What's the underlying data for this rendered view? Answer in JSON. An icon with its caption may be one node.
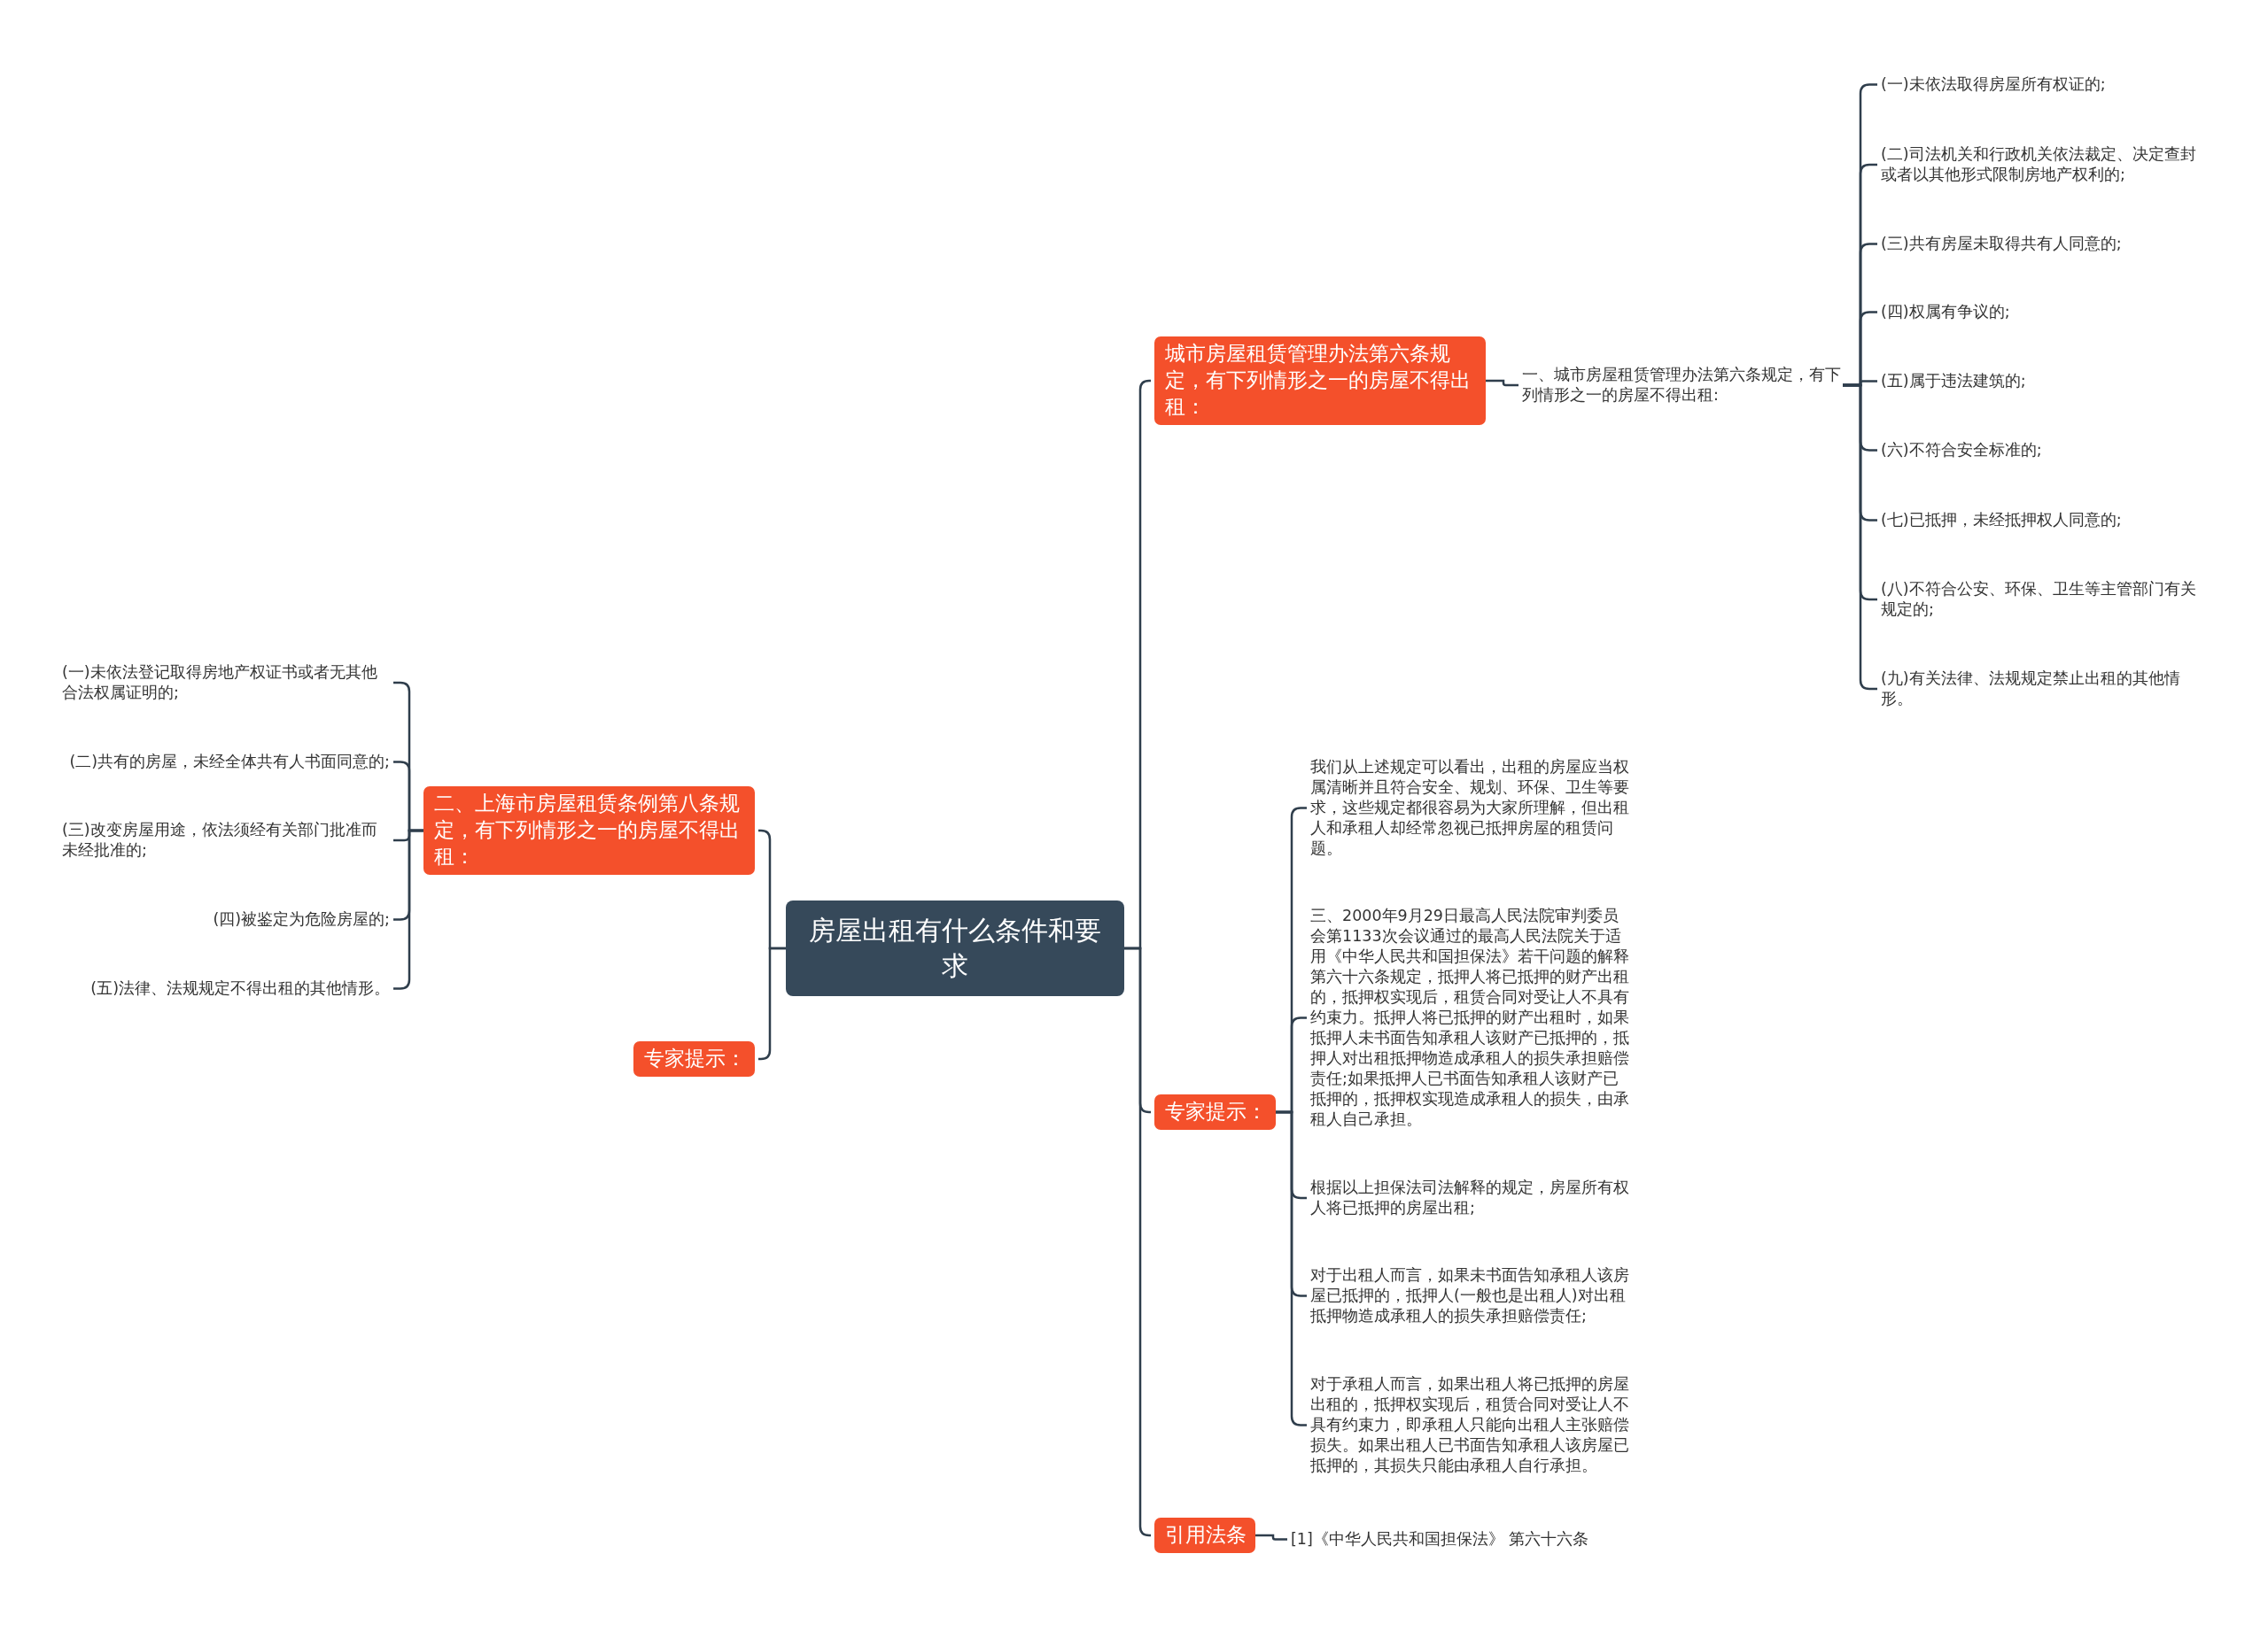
{
  "diagram": {
    "nodes": [
      {
        "text": [
          "房屋出租有什么条件和要求"
        ]
      },
      {
        "text": [
          "城市房屋租赁管理办法第六条规定，有下列情形之一的房屋不得出租："
        ]
      },
      {
        "text": [
          "一、城市房屋租赁管理办法第六条规定，有下列情形之一的房屋不得出租:"
        ]
      },
      {
        "text": [
          "(一)未依法取得房屋所有权证的;"
        ]
      },
      {
        "text": [
          "(二)司法机关和行政机关依法裁定、决定查封或者以其他形式限制房地产权利的;"
        ]
      },
      {
        "text": [
          "(三)共有房屋未取得共有人同意的;"
        ]
      },
      {
        "text": [
          "(四)权属有争议的;"
        ]
      },
      {
        "text": [
          "(五)属于违法建筑的;"
        ]
      },
      {
        "text": [
          "(六)不符合安全标准的;"
        ]
      },
      {
        "text": [
          "(七)已抵押，未经抵押权人同意的;"
        ]
      },
      {
        "text": [
          "(八)不符合公安、环保、卫生等主管部门有关规定的;"
        ]
      },
      {
        "text": [
          "(九)有关法律、法规规定禁止出租的其他情形。"
        ]
      },
      {
        "text": [
          "专家提示："
        ]
      },
      {
        "text": [
          "我们从上述规定可以看出，出租的房屋应当权属清晰并且符合安全、规划、环保、卫生等要求，这些规定都很容易为大家所理解，但出租人和承租人却经常忽视已抵押房屋的租赁问题。"
        ]
      },
      {
        "text": [
          "三、2000年9月29日最高人民法院审判委员会第1133次会议通过的最高人民法院关于适用《中华人民共和国担保法》若干问题的解释第六十六条规定，抵押人将已抵押的财产出租的，抵押权实现后，租赁合同对受让人不具有约束力。抵押人将已抵押的财产出租时，如果抵押人未书面告知承租人该财产已抵押的，抵押人对出租抵押物造成承租人的损失承担赔偿责任;如果抵押人已书面告知承租人该财产已抵押的，抵押权实现造成承租人的损失，由承租人自己承担。"
        ]
      },
      {
        "text": [
          "根据以上担保法司法解释的规定，房屋所有权人将已抵押的房屋出租;"
        ]
      },
      {
        "text": [
          "对于出租人而言，如果未书面告知承租人该房屋已抵押的，抵押人(一般也是出租人)对出租抵押物造成承租人的损失承担赔偿责任;"
        ]
      },
      {
        "text": [
          "对于承租人而言，如果出租人将已抵押的房屋出租的，抵押权实现后，租赁合同对受让人不具有约束力，即承租人只能向出租人主张赔偿损失。如果出租人已书面告知承租人该房屋已抵押的，其损失只能由承租人自行承担。"
        ]
      },
      {
        "text": [
          "引用法条"
        ]
      },
      {
        "text": [
          "[1]《中华人民共和国担保法》 第六十六条"
        ]
      },
      {
        "text": [
          "二、上海市房屋租赁条例第八条规定，有下列情形之一的房屋不得出租："
        ]
      },
      {
        "text": [
          "(一)未依法登记取得房地产权证书或者无其他合法权属证明的;"
        ]
      },
      {
        "text": [
          "(二)共有的房屋，未经全体共有人书面同意的;"
        ]
      },
      {
        "text": [
          "(三)改变房屋用途，依法须经有关部门批准而未经批准的;"
        ]
      },
      {
        "text": [
          "(四)被鉴定为危险房屋的;"
        ]
      },
      {
        "text": [
          "(五)法律、法规规定不得出租的其他情形。"
        ]
      },
      {
        "text": [
          "专家提示："
        ]
      }
    ],
    "edges": [
      {
        "from": 0,
        "to": 1,
        "arrow": "none"
      },
      {
        "from": 1,
        "to": 2,
        "arrow": "none"
      },
      {
        "from": 2,
        "to": 3,
        "arrow": "none"
      },
      {
        "from": 2,
        "to": 4,
        "arrow": "none"
      },
      {
        "from": 2,
        "to": 5,
        "arrow": "none"
      },
      {
        "from": 2,
        "to": 6,
        "arrow": "none"
      },
      {
        "from": 2,
        "to": 7,
        "arrow": "none"
      },
      {
        "from": 2,
        "to": 8,
        "arrow": "none"
      },
      {
        "from": 2,
        "to": 9,
        "arrow": "none"
      },
      {
        "from": 2,
        "to": 10,
        "arrow": "none"
      },
      {
        "from": 2,
        "to": 11,
        "arrow": "none"
      },
      {
        "from": 0,
        "to": 12,
        "arrow": "none"
      },
      {
        "from": 12,
        "to": 13,
        "arrow": "none"
      },
      {
        "from": 12,
        "to": 14,
        "arrow": "none"
      },
      {
        "from": 12,
        "to": 15,
        "arrow": "none"
      },
      {
        "from": 12,
        "to": 16,
        "arrow": "none"
      },
      {
        "from": 12,
        "to": 17,
        "arrow": "none"
      },
      {
        "from": 0,
        "to": 18,
        "arrow": "none"
      },
      {
        "from": 18,
        "to": 19,
        "arrow": "none"
      },
      {
        "from": 0,
        "to": 20,
        "arrow": "none"
      },
      {
        "from": 20,
        "to": 21,
        "arrow": "none"
      },
      {
        "from": 20,
        "to": 22,
        "arrow": "none"
      },
      {
        "from": 20,
        "to": 23,
        "arrow": "none"
      },
      {
        "from": 20,
        "to": 24,
        "arrow": "none"
      },
      {
        "from": 20,
        "to": 25,
        "arrow": "none"
      },
      {
        "from": 0,
        "to": 26,
        "arrow": "none"
      }
    ]
  }
}
